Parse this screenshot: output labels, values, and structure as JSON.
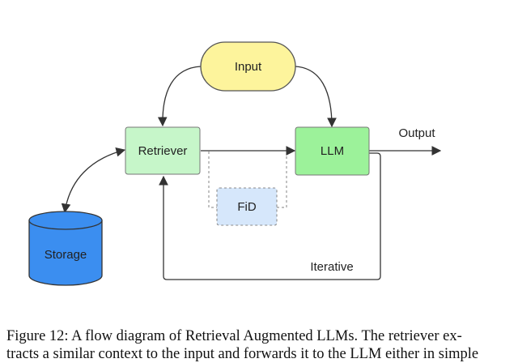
{
  "nodes": {
    "input": "Input",
    "retriever": "Retriever",
    "llm": "LLM",
    "fid": "FiD",
    "storage": "Storage"
  },
  "edges": {
    "output": "Output",
    "iterative": "Iterative"
  },
  "colors": {
    "input_fill": "#fdf49c",
    "retriever_fill": "#c6f6c9",
    "llm_fill": "#9cf29a",
    "fid_fill": "#d6e7fb",
    "storage_fill": "#3b8ef0",
    "edge": "#333333"
  },
  "caption": {
    "line1": "Figure 12: A flow diagram of Retrieval Augmented LLMs. The retriever ex-",
    "line2": "tracts a similar context to the input and forwards it to the LLM either in simple"
  }
}
